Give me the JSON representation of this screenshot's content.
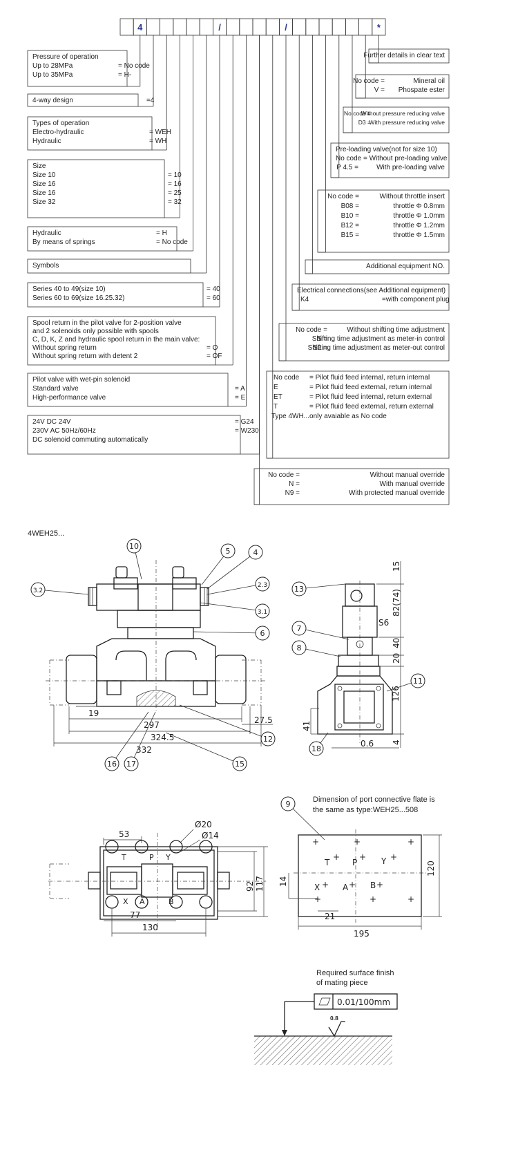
{
  "code_header": {
    "cells": [
      "",
      "4",
      "",
      "",
      "",
      "",
      "",
      "/",
      "",
      "",
      "",
      "",
      "/",
      "",
      "",
      "",
      "",
      "",
      "",
      "*"
    ]
  },
  "left_boxes": [
    {
      "lines": [
        [
          "Pressure of operation",
          ""
        ],
        [
          "Up to 28MPa",
          "= No code"
        ],
        [
          "Up to 35MPa",
          "= H-"
        ]
      ]
    },
    {
      "lines": [
        [
          "4-way design",
          "=4"
        ]
      ]
    },
    {
      "lines": [
        [
          "Types of operation",
          ""
        ],
        [
          "Electro-hydraulic",
          "= WEH"
        ],
        [
          "Hydraulic",
          "= WH"
        ]
      ]
    },
    {
      "lines": [
        [
          "Size",
          ""
        ],
        [
          "Size 10",
          "= 10"
        ],
        [
          "Size 16",
          "= 16"
        ],
        [
          "Size 16",
          "= 25"
        ],
        [
          "Size 32",
          "= 32"
        ]
      ]
    },
    {
      "lines": [
        [
          "Hydraulic",
          "= H"
        ],
        [
          "By means of springs",
          "= No code"
        ]
      ]
    },
    {
      "lines": [
        [
          "Symbols",
          ""
        ]
      ]
    },
    {
      "lines": [
        [
          "Series 40 to 49(size 10)",
          "= 40"
        ],
        [
          "Series 60 to 69(size 16.25.32)",
          "= 60"
        ]
      ]
    },
    {
      "lines": [
        [
          "Spool return in the pilot valve for 2-position valve",
          ""
        ],
        [
          "and 2 solenoids only possible with spools",
          ""
        ],
        [
          "C, D, K, Z and hydraulic spool return in the main valve:",
          ""
        ],
        [
          "Without spring return",
          "= O"
        ],
        [
          "Without spring return with detent 2",
          "= OF"
        ]
      ]
    },
    {
      "lines": [
        [
          "Pilot valve with wet-pin solenoid",
          ""
        ],
        [
          "Standard valve",
          "= A"
        ],
        [
          "High-performance valve",
          "= E"
        ]
      ]
    },
    {
      "lines": [
        [
          "24V DC  24V",
          "= G24"
        ],
        [
          "230V AC 50Hz/60Hz",
          "= W230"
        ],
        [
          "DC solenoid commuting automatically",
          ""
        ]
      ]
    }
  ],
  "right_boxes": [
    {
      "lines": [
        [
          "",
          "Further details in clear text"
        ]
      ]
    },
    {
      "lines": [
        [
          "No code =",
          "Mineral oil"
        ],
        [
          "V =",
          "Phospate ester"
        ]
      ]
    },
    {
      "lines": [
        [
          "No code =",
          "Without pressure reducing valve"
        ],
        [
          "D3 =",
          "With pressure reducing valve"
        ]
      ]
    },
    {
      "lines": [
        [
          "Pre-loading valve(not for size 10)",
          ""
        ],
        [
          "No code  = Without pre-loading valve",
          ""
        ],
        [
          "P 4.5 =",
          "With pre-loading valve"
        ]
      ]
    },
    {
      "lines": [
        [
          "No code  =",
          "Without throttle insert"
        ],
        [
          "B08 =",
          "throttle Φ 0.8mm"
        ],
        [
          "B10 =",
          "throttle Φ 1.0mm"
        ],
        [
          "B12 =",
          "throttle Φ 1.2mm"
        ],
        [
          "B15 =",
          "throttle Φ 1.5mm"
        ]
      ]
    },
    {
      "lines": [
        [
          "",
          "Additional equipment NO."
        ]
      ]
    },
    {
      "lines": [
        [
          "Electrical connections(see Additional equipment)",
          ""
        ],
        [
          "K4",
          "=with component plug"
        ]
      ]
    },
    {
      "lines": [
        [
          "No code =",
          "Without shifting time adjustment"
        ],
        [
          "S =",
          "Shifting time adjustment as meter-in control"
        ],
        [
          "S2 =",
          "Shifting time adjustment as meter-out control"
        ]
      ]
    },
    {
      "lines": [
        [
          "No code",
          "= Pilot fluid feed internal, return internal"
        ],
        [
          "E",
          "= Pilot fluid feed external, return internal"
        ],
        [
          "ET",
          "= Pilot fluid feed internal, return external"
        ],
        [
          "T",
          "= Pilot fluid feed external, return external"
        ],
        [
          "Type 4WH...only avaiable as No code",
          ""
        ]
      ]
    },
    {
      "lines": [
        [
          "No code  =",
          "Without manual override"
        ],
        [
          "N =",
          "With manual override"
        ],
        [
          "N9 =",
          "With protected manual override"
        ]
      ]
    }
  ],
  "drawing": {
    "title": "4WEH25...",
    "callouts": [
      "10",
      "5",
      "4",
      "3.2",
      "2.3",
      "3.1",
      "6",
      "12",
      "16",
      "17",
      "15",
      "13",
      "7",
      "8",
      "11",
      "18",
      "9"
    ],
    "front_dims": [
      "19",
      "297",
      "324.5",
      "332",
      "27.5"
    ],
    "side_dims": [
      "15",
      "82(74)",
      "S6",
      "40",
      "20",
      "126",
      "41",
      "0.6",
      "4"
    ],
    "top_dims": [
      "53",
      "Ø20",
      "Ø14",
      "92",
      "117",
      "77",
      "130"
    ],
    "top_ports": [
      "T",
      "P",
      "Y",
      "X",
      "A",
      "B"
    ],
    "port_note": "Dimension of port connective flate is the same as type:WEH25...508",
    "plate_ports": [
      "T",
      "P",
      "Y",
      "X",
      "A",
      "B"
    ],
    "plate_dims": [
      "120",
      "14",
      "21",
      "195"
    ],
    "finish_title": "Required surface finish of mating piece",
    "finish_value": "0.01/100mm",
    "roughness": "0.8"
  }
}
